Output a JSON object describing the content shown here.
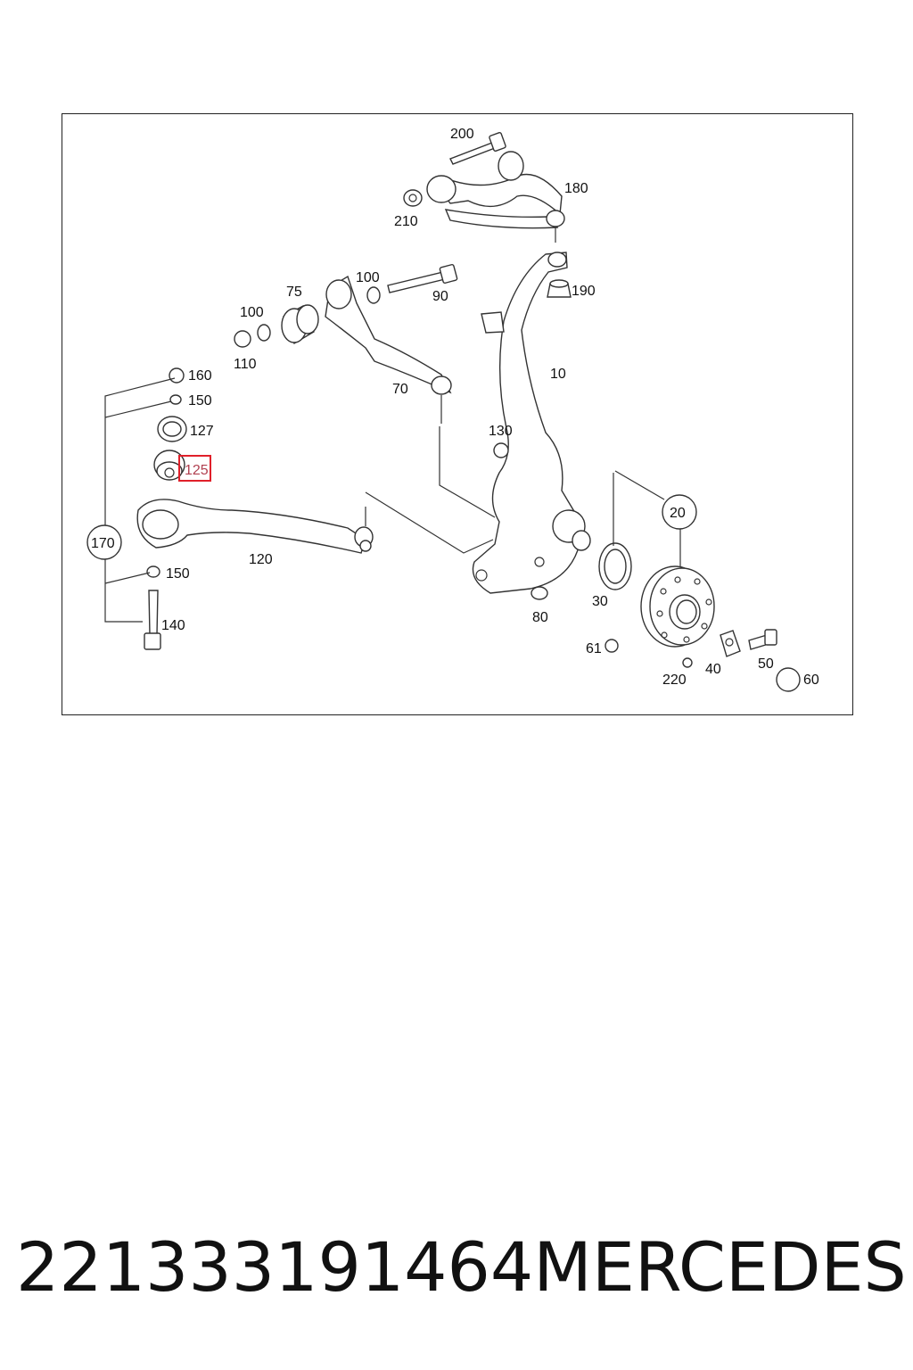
{
  "diagram": {
    "labels": {
      "p10": "10",
      "p20": "20",
      "p30": "30",
      "p40": "40",
      "p50": "50",
      "p60": "60",
      "p61": "61",
      "p70": "70",
      "p75": "75",
      "p80": "80",
      "p90": "90",
      "p100a": "100",
      "p100b": "100",
      "p110": "110",
      "p120": "120",
      "p125": "125",
      "p127": "127",
      "p130": "130",
      "p140": "140",
      "p150a": "150",
      "p150b": "150",
      "p160": "160",
      "p170": "170",
      "p180": "180",
      "p190": "190",
      "p200": "200",
      "p210": "210",
      "p220": "220"
    },
    "highlight_color": "#e0202a"
  },
  "footer": {
    "part_number": "221333191464",
    "brand": "MERCEDES"
  }
}
